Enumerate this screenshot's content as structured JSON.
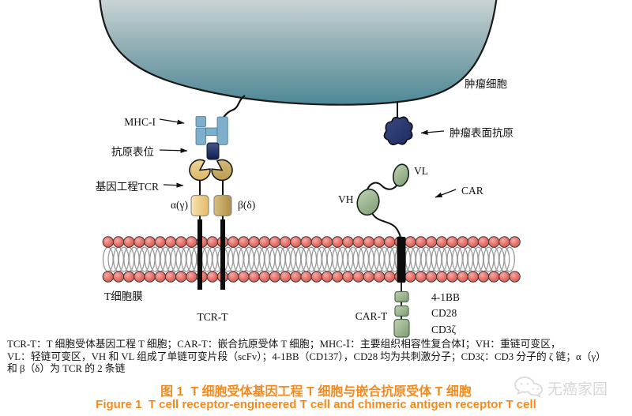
{
  "figure": {
    "labels": {
      "tumor_cell": "肿瘤细胞",
      "mhc": "MHC-I",
      "epitope": "抗原表位",
      "engineered_tcr": "基因工程TCR",
      "alpha_chain": "α(γ)",
      "beta_chain": "β(δ)",
      "tumor_antigen": "肿瘤表面抗原",
      "vl": "VL",
      "vh": "VH",
      "car": "CAR",
      "t_cell_membrane": "T细胞膜",
      "tcr_t": "TCR-T",
      "car_t": "CAR-T",
      "costim_41bb": "4-1BB",
      "costim_cd28": "CD28",
      "cd3zeta": "CD3ζ"
    },
    "caption": {
      "line1": "TCR-T：T 细胞受体基因工程 T 细胞；CAR-T：嵌合抗原受体 T 细胞；MHC-Ⅰ：主要组织相容性复合体Ⅰ；VH：重链可变区，",
      "line2": "VL：轻链可变区，VH 和 VL 组成了单链可变片段（scFv）；4-1BB（CD137），CD28 均为共刺激分子；CD3ζ：CD3 分子的 ζ 链；α（γ）",
      "line3": "和 β（δ）为 TCR 的 2 条链"
    },
    "title_zh": "图 1  T 细胞受体基因工程 T 细胞与嵌合抗原受体 T 细胞",
    "title_en": "Figure 1  T cell receptor-engineered T cell and chimeric antigen receptor T cell",
    "watermark": "无癌家园",
    "colors": {
      "title_orange": "#F28A1E",
      "membrane_red": "#E4736C",
      "tumor_teal": "#4E8896",
      "mhc_blue": "#7FB0CB",
      "antigen_navy": "#25346B",
      "tcr_gold": "#E7C276",
      "car_green": "#9BB890"
    }
  }
}
